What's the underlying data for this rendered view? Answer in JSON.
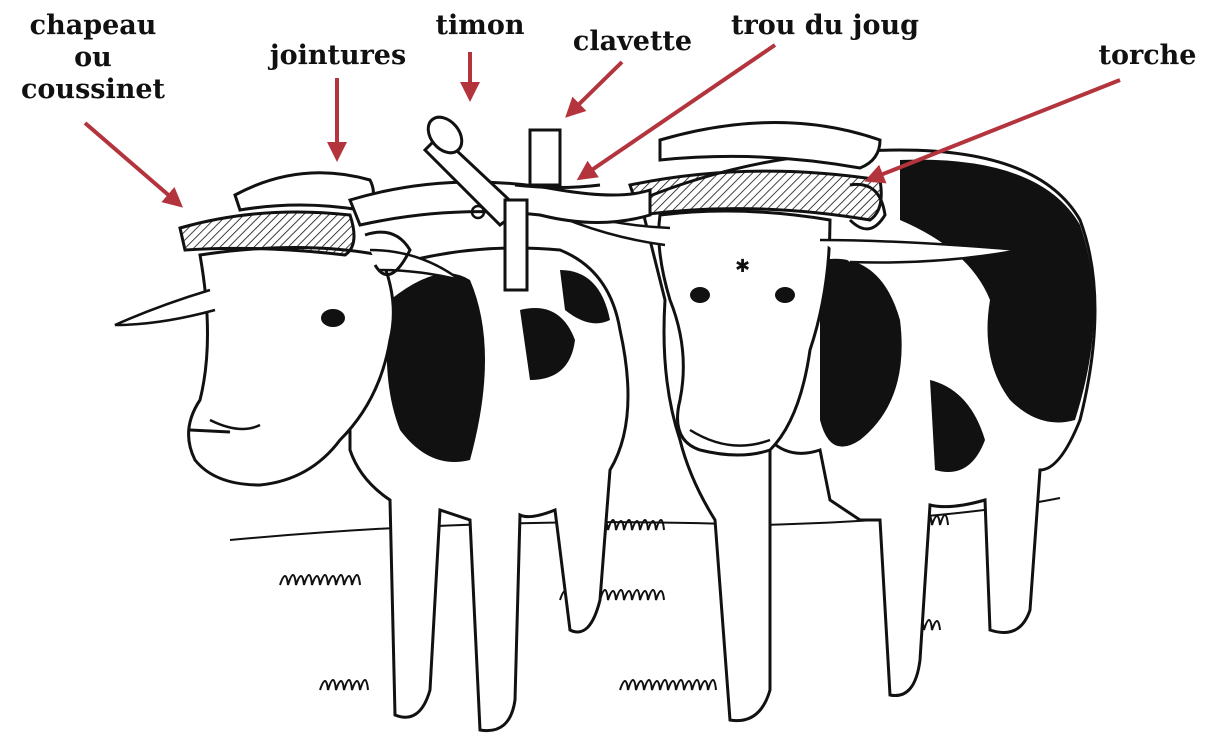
{
  "labels": {
    "chapeau_line1": "chapeau",
    "chapeau_line2": "ou",
    "chapeau_line3": "coussinet",
    "jointures": "jointures",
    "timon": "timon",
    "clavette": "clavette",
    "trou_du_joug": "trou du joug",
    "torche": "torche"
  },
  "colors": {
    "arrow": "#b3343d",
    "ink": "#111111"
  }
}
